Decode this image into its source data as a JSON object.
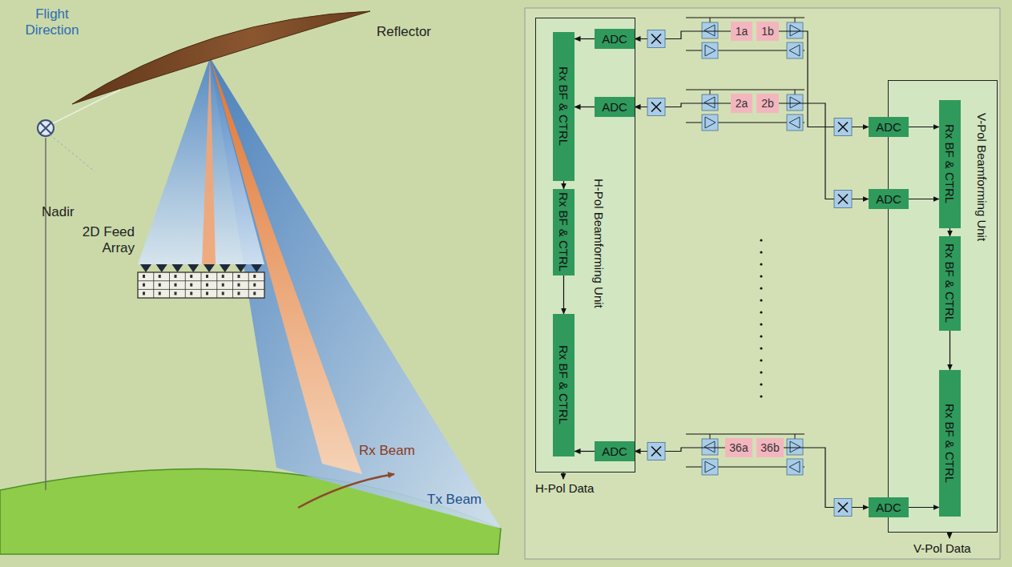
{
  "diagram": {
    "nodes": [
      {
        "text": [
          "H-Pol Beamforming Unit"
        ]
      },
      {
        "text": [
          "Rx BF & CTRL"
        ],
        "in": 0
      },
      {
        "text": [
          "ADC"
        ],
        "in": 0
      },
      {
        "text": [
          "ADC"
        ],
        "in": 0
      },
      {
        "text": [
          "Rx BF & CTRL"
        ],
        "in": 0
      },
      {
        "text": [
          "Rx BF & CTRL"
        ],
        "in": 0
      },
      {
        "text": [
          "ADC"
        ],
        "in": 0
      },
      {
        "text": [
          "1a"
        ]
      },
      {
        "text": [
          "1b"
        ]
      },
      {
        "text": [
          "2a"
        ]
      },
      {
        "text": [
          "2b"
        ]
      },
      {
        "text": [
          "36a"
        ]
      },
      {
        "text": [
          "36b"
        ]
      },
      {
        "text": [
          "V-Pol Beamforming Unit"
        ]
      },
      {
        "text": [
          "Rx BF & CTRL"
        ],
        "in": 13
      },
      {
        "text": [
          "ADC"
        ],
        "in": 13
      },
      {
        "text": [
          "ADC"
        ],
        "in": 13
      },
      {
        "text": [
          "Rx BF & CTRL"
        ],
        "in": 13
      },
      {
        "text": [
          "Rx BF & CTRL"
        ],
        "in": 13
      },
      {
        "text": [
          "ADC"
        ],
        "in": 13
      }
    ],
    "edges": [
      {
        "from": 2,
        "to": 1,
        "arrow": "to"
      },
      {
        "from": 3,
        "to": 1,
        "arrow": "to"
      },
      {
        "from": 6,
        "to": 5,
        "arrow": "to"
      },
      {
        "from": 1,
        "to": 4,
        "arrow": "to"
      },
      {
        "from": 4,
        "to": 5,
        "arrow": "to"
      },
      {
        "from": 15,
        "to": 14,
        "arrow": "to"
      },
      {
        "from": 16,
        "to": 14,
        "arrow": "to"
      },
      {
        "from": 19,
        "to": 18,
        "arrow": "to"
      },
      {
        "from": 14,
        "to": 17,
        "arrow": "to"
      },
      {
        "from": 17,
        "to": 18,
        "arrow": "to"
      },
      {
        "from": 7,
        "to": 2,
        "arrow": "to"
      },
      {
        "from": 9,
        "to": 3,
        "arrow": "to"
      },
      {
        "from": 11,
        "to": 6,
        "arrow": "to"
      },
      {
        "from": 8,
        "to": 15,
        "arrow": "to"
      },
      {
        "from": 10,
        "to": 16,
        "arrow": "to"
      },
      {
        "from": 12,
        "to": 19,
        "arrow": "to"
      }
    ],
    "labels": [
      "Flight Direction",
      "Reflector",
      "Nadir",
      "2D Feed Array",
      "Rx Beam",
      "Tx Beam",
      "H-Pol Data",
      "V-Pol Data"
    ]
  }
}
